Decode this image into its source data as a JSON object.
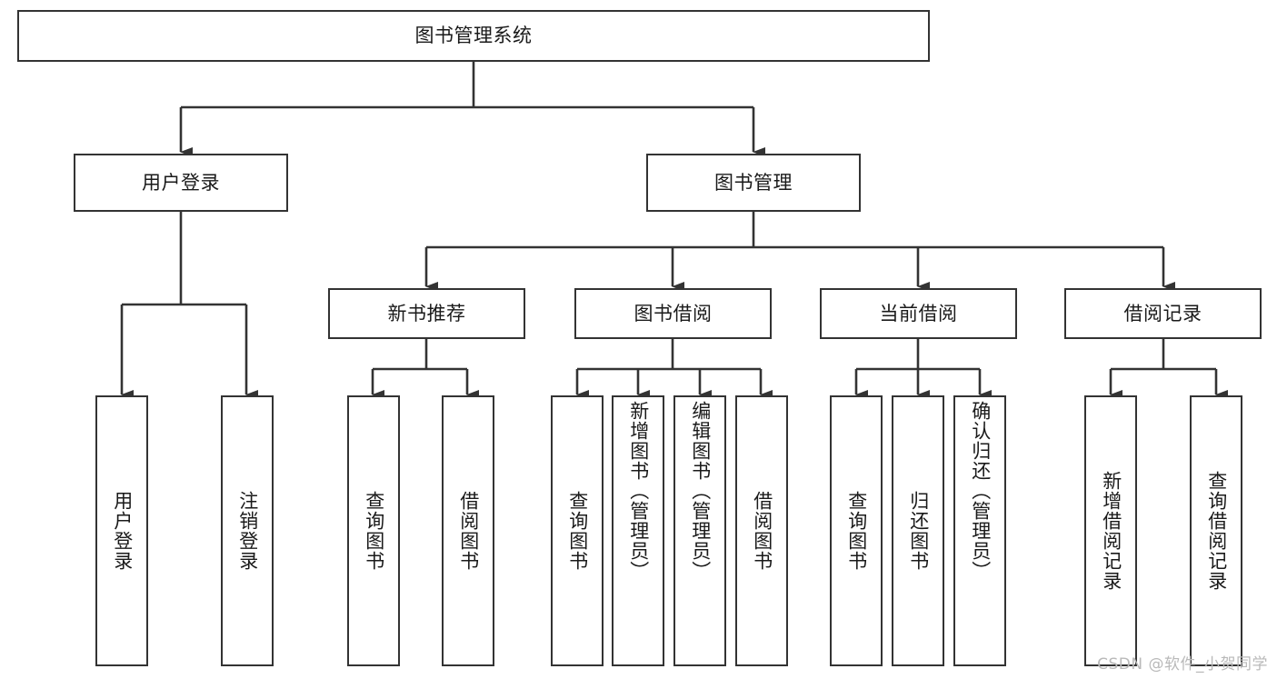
{
  "diagram": {
    "type": "tree",
    "title": "图书管理系统",
    "watermark": "CSDN @软件_小贺同学",
    "colors": {
      "border": "#333333",
      "background": "#ffffff",
      "text": "#1a1a1a",
      "connector": "#333333",
      "watermark": "#b9b9b9"
    },
    "nodes": {
      "root": {
        "label": "图书管理系统"
      },
      "level1": [
        {
          "label": "用户登录"
        },
        {
          "label": "图书管理"
        }
      ],
      "level2": [
        {
          "label": "新书推荐"
        },
        {
          "label": "图书借阅"
        },
        {
          "label": "当前借阅"
        },
        {
          "label": "借阅记录"
        }
      ],
      "leaves": {
        "user_login": [
          {
            "label": "用户登录"
          },
          {
            "label": "注销登录"
          }
        ],
        "new_book_recommend": [
          {
            "label": "查询图书"
          },
          {
            "label": "借阅图书"
          }
        ],
        "book_borrow": [
          {
            "label": "查询图书"
          },
          {
            "label": "新增图书（管理员）"
          },
          {
            "label": "编辑图书（管理员）"
          },
          {
            "label": "借阅图书"
          }
        ],
        "current_borrow": [
          {
            "label": "查询图书"
          },
          {
            "label": "归还图书"
          },
          {
            "label": "确认归还（管理员）"
          }
        ],
        "borrow_record": [
          {
            "label": "新增借阅记录"
          },
          {
            "label": "查询借阅记录"
          }
        ]
      }
    }
  }
}
